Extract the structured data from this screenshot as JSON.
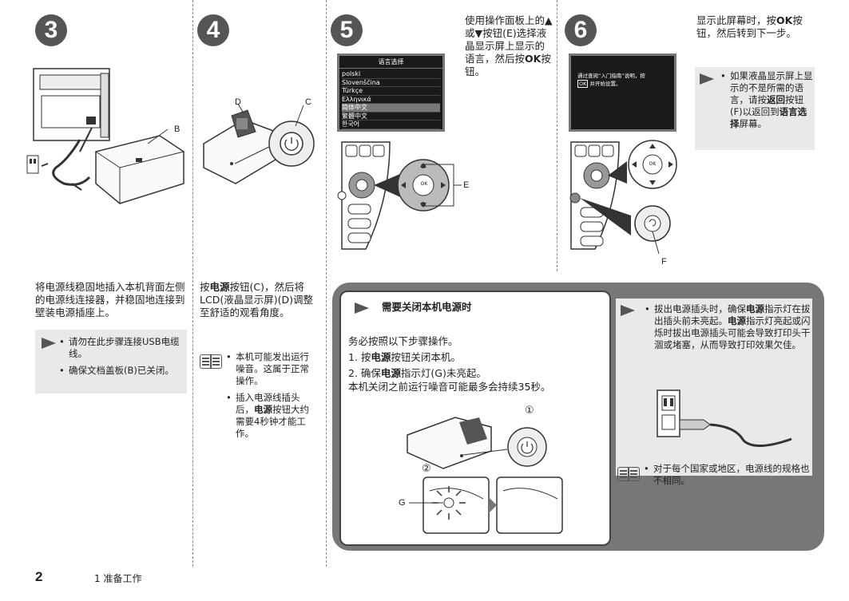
{
  "steps": {
    "s3": {
      "number": "3",
      "text": "将电源线稳固地插入本机背面左侧的电源线连接器，并稳固地连接到壁装电源插座上。",
      "callout_b": "B",
      "notes": [
        "请勿在此步骤连接USB电缆线。",
        "确保文档盖板(B)已关闭。"
      ]
    },
    "s4": {
      "number": "4",
      "text_parts": [
        "按",
        "电源",
        "按钮(C)，然后将LCD(液晶显示屏)(D)调整至舒适的观看角度。"
      ],
      "callout_d": "D",
      "callout_c": "C",
      "notes": [
        "本机可能发出运行噪音。这属于正常操作。"
      ],
      "note2_parts": [
        "插入电源线插头后，",
        "电源",
        "按钮大约需要4秒钟才能工作。"
      ]
    },
    "s5": {
      "number": "5",
      "text_parts": [
        "使用操作面板上的▲或▼按钮(E)选择液晶显示屏上显示的语言，然后按",
        "OK",
        "按钮。"
      ],
      "lcd_title": "语言选择",
      "languages": [
        "polski",
        "Slovenščina",
        "Türkçe",
        "Ελληνικά",
        "简体中文",
        "繁體中文",
        "한국어"
      ],
      "selected_index": 4,
      "callout_e": "E",
      "ok_label": "OK"
    },
    "s6": {
      "number": "6",
      "text_parts": [
        "显示此屏幕时，按",
        "OK",
        "按钮，然后转到下一步。"
      ],
      "lcd_line1": "通过查阅“入门指南”说明，按",
      "lcd_line2_badge": "OK",
      "lcd_line2": "并开始设置。",
      "note_parts": [
        "如果液晶显示屏上显示的不是所需的语言，请按",
        "返回",
        "按钮(F)以返回到",
        "语言选择",
        "屏幕。"
      ],
      "callout_f": "F",
      "ok_label": "OK"
    }
  },
  "power_off": {
    "heading": "需要关闭本机电源时",
    "intro": "务必按照以下步骤操作。",
    "step1_parts": [
      "1. 按",
      "电源",
      "按钮关闭本机。"
    ],
    "step2_parts": [
      "2. 确保",
      "电源",
      "指示灯(G)未亮起。"
    ],
    "noise": "本机关闭之前运行噪音可能最多会持续35秒。",
    "marker1": "①",
    "marker2": "②",
    "callout_g": "G",
    "side_note_parts": [
      "拔出电源插头时，确保",
      "电源",
      "指示灯在拔出插头前未亮起。",
      "电源",
      "指示灯亮起或闪烁时拔出电源插头可能会导致打印头干涸或堵塞，从而导致打印效果欠佳。"
    ],
    "side_memo": "对于每个国家或地区，电源线的规格也不相同。"
  },
  "footer": {
    "page_number": "2",
    "section": "1 准备工作"
  }
}
